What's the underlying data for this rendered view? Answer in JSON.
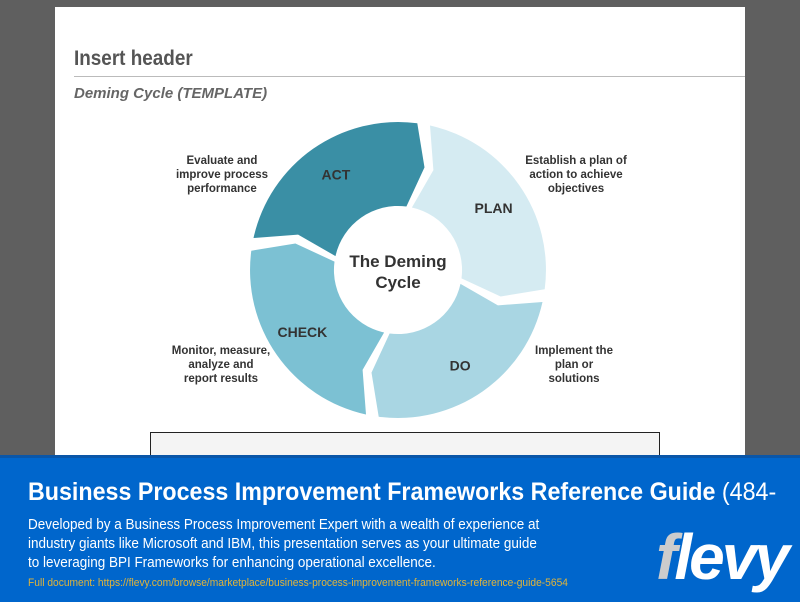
{
  "slide": {
    "header": "Insert header",
    "subtitle": "Deming Cycle (TEMPLATE)",
    "center_label": [
      "The Deming",
      "Cycle"
    ],
    "segments": [
      {
        "label": "ACT",
        "color": "#3a8fa5",
        "description": [
          "Evaluate and",
          "improve process",
          "performance"
        ]
      },
      {
        "label": "PLAN",
        "color": "#d5ebf2",
        "description": [
          "Establish a plan of",
          "action to achieve",
          "objectives"
        ]
      },
      {
        "label": "DO",
        "color": "#a9d6e3",
        "description": [
          "Implement the",
          "plan or",
          "solutions"
        ]
      },
      {
        "label": "CHECK",
        "color": "#7cc1d3",
        "description": [
          "Monitor, measure,",
          "analyze and",
          "report results"
        ]
      }
    ]
  },
  "banner": {
    "title": "Business Process Improvement Frameworks Reference Guide",
    "page_count": "(484-",
    "description": "Developed by a Business Process Improvement Expert with a wealth of experience at industry giants like Microsoft and IBM,  this presentation serves as your ultimate guide to leveraging BPI Frameworks for enhancing operational excellence.",
    "link": "Full document: https://flevy.com/browse/marketplace/business-process-improvement-frameworks-reference-guide-5654",
    "logo": "flevy",
    "color": "#0066cc"
  }
}
